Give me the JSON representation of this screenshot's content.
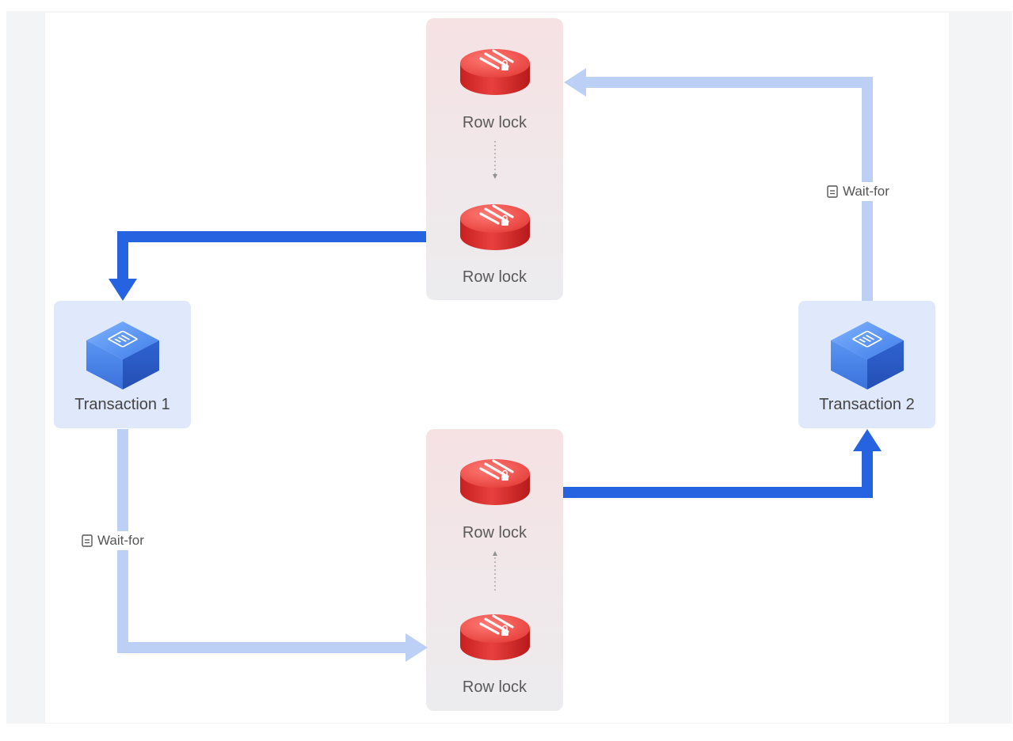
{
  "diagram": {
    "lock_groups": [
      {
        "locks": [
          {
            "label": "Row lock"
          },
          {
            "label": "Row lock"
          }
        ]
      },
      {
        "locks": [
          {
            "label": "Row lock"
          },
          {
            "label": "Row lock"
          }
        ]
      }
    ],
    "transactions": [
      {
        "label": "Transaction 1"
      },
      {
        "label": "Transaction 2"
      }
    ],
    "edges": [
      {
        "label": "Wait-for"
      },
      {
        "label": "Wait-for"
      }
    ],
    "colors": {
      "strong_arrow": "#2563e0",
      "wait_arrow": "#bcd0f5",
      "lock_red": "#e8403e",
      "tx_blue": "#4a86ec"
    },
    "icons": {
      "lock": "database-lock-icon",
      "transaction": "transaction-cube-icon",
      "wait": "document-icon"
    }
  }
}
